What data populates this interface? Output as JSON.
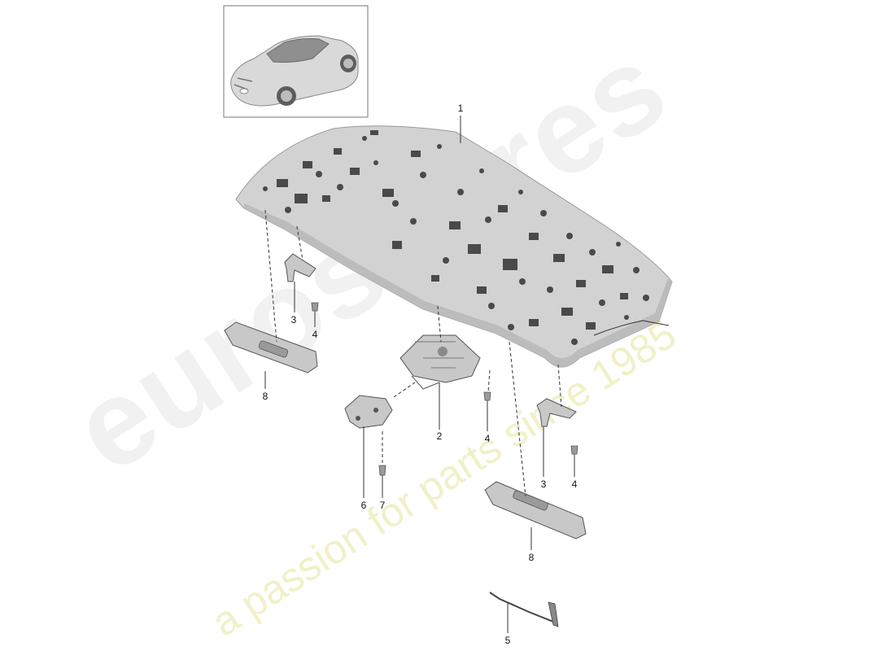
{
  "watermark": {
    "brand": "eurospares",
    "tagline": "a passion for parts since 1985"
  },
  "callouts": {
    "part_1": "1",
    "part_2": "2",
    "part_3_left": "3",
    "part_3_right": "3",
    "part_4_left": "4",
    "part_4_center": "4",
    "part_4_right": "4",
    "part_5": "5",
    "part_6": "6",
    "part_7": "7",
    "part_8_left": "8",
    "part_8_right": "8"
  },
  "colors": {
    "panel_fill": "#d2d2d2",
    "panel_stroke": "#9a9a9a",
    "hole_fill": "#4a4a4a",
    "part_fill": "#c8c8c8",
    "line": "#333333",
    "watermark_text": "#f1f1f1",
    "watermark_tagline": "#f1f0c8"
  }
}
